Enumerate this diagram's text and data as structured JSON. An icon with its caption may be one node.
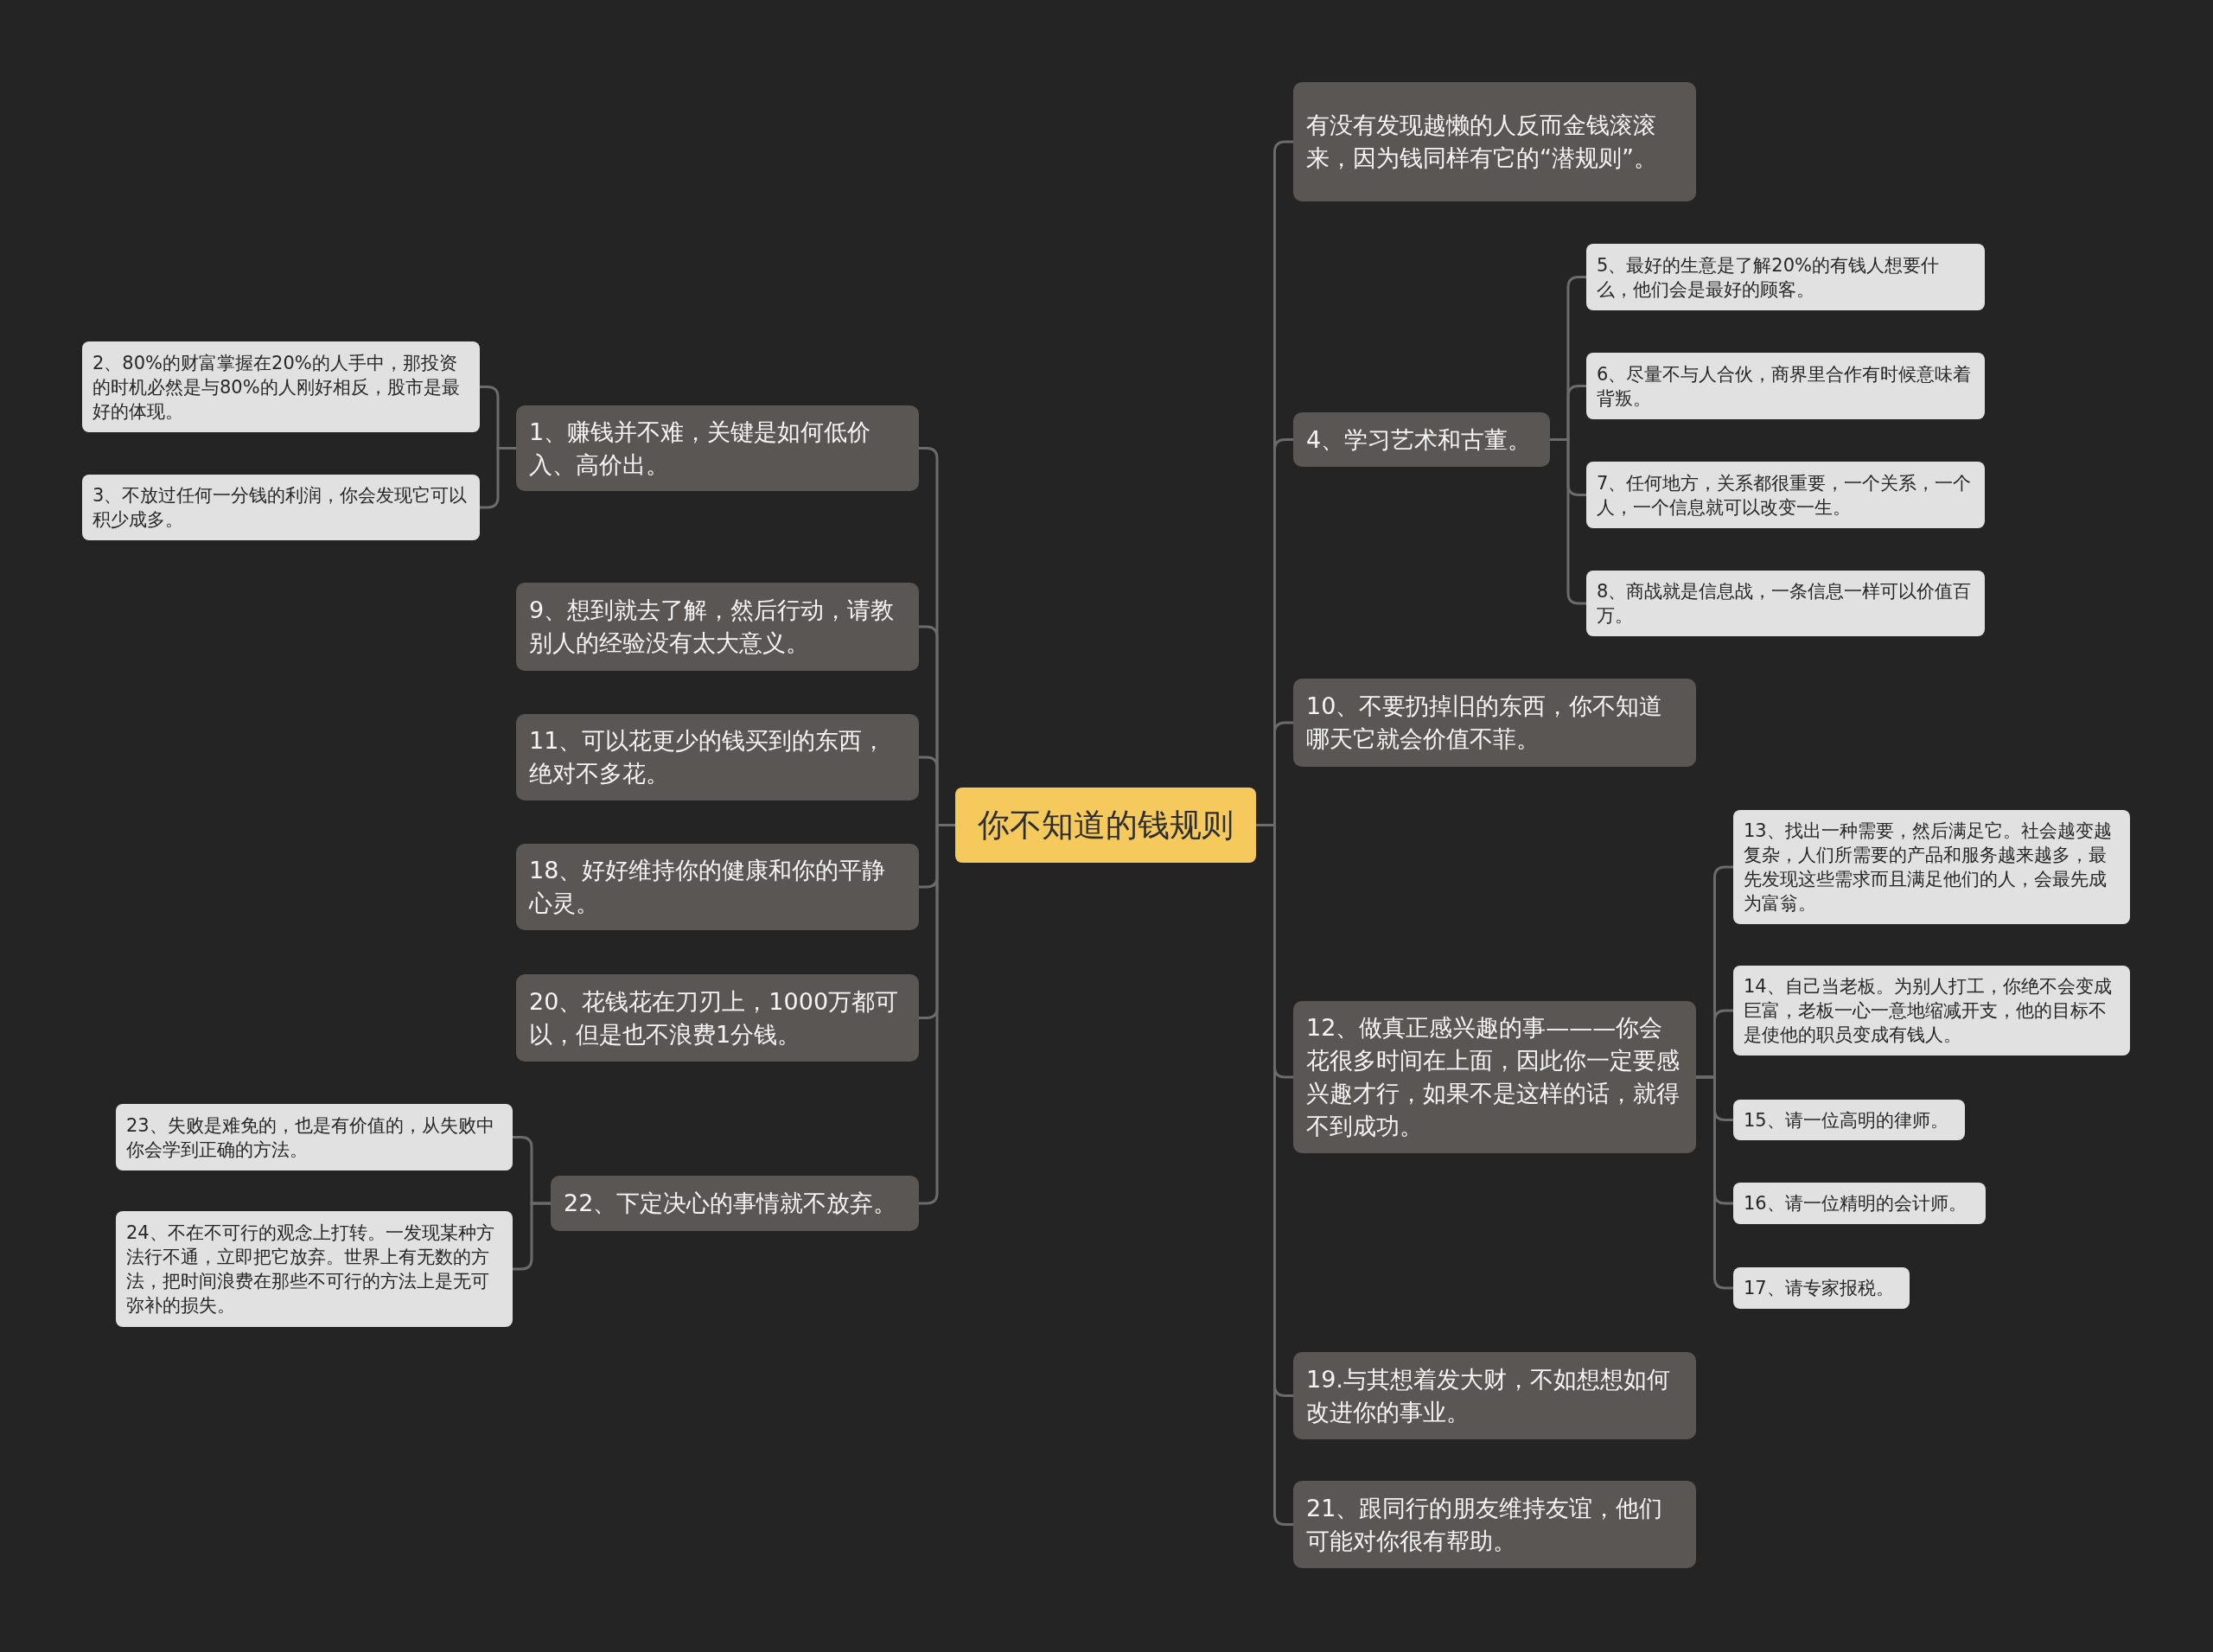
{
  "diagram": {
    "nodes": [
      {
        "text": [
          "你不知道的钱规则"
        ]
      },
      {
        "text": [
          "有没有发现越懒的人反而金钱滚滚来，因为钱同样有它的“潜规则”。"
        ]
      },
      {
        "text": [
          "1、赚钱并不难，关键是如何低价入、高价出。"
        ]
      },
      {
        "text": [
          "2、80%的财富掌握在20%的人手中，那投资的时机必然是与80%的人刚好相反，股市是最好的体现。"
        ]
      },
      {
        "text": [
          "3、不放过任何一分钱的利润，你会发现它可以积少成多。"
        ]
      },
      {
        "text": [
          "4、学习艺术和古董。"
        ]
      },
      {
        "text": [
          "5、最好的生意是了解20%的有钱人想要什么，他们会是最好的顾客。"
        ]
      },
      {
        "text": [
          "6、尽量不与人合伙，商界里合作有时候意味着背叛。"
        ]
      },
      {
        "text": [
          "7、任何地方，关系都很重要，一个关系，一个人，一个信息就可以改变一生。"
        ]
      },
      {
        "text": [
          "8、商战就是信息战，一条信息一样可以价值百万。"
        ]
      },
      {
        "text": [
          "9、想到就去了解，然后行动，请教别人的经验没有太大意义。"
        ]
      },
      {
        "text": [
          "10、不要扔掉旧的东西，你不知道哪天它就会价值不菲。"
        ]
      },
      {
        "text": [
          "11、可以花更少的钱买到的东西，绝对不多花。"
        ]
      },
      {
        "text": [
          "12、做真正感兴趣的事———你会花很多时间在上面，因此你一定要感兴趣才行，如果不是这样的话，就得不到成功。"
        ]
      },
      {
        "text": [
          "13、找出一种需要，然后满足它。社会越变越复杂，人们所需要的产品和服务越来越多，最先发现这些需求而且满足他们的人，会最先成为富翁。"
        ]
      },
      {
        "text": [
          "14、自己当老板。为别人打工，你绝不会变成巨富，老板一心一意地缩减开支，他的目标不是使他的职员变成有钱人。"
        ]
      },
      {
        "text": [
          "15、请一位高明的律师。"
        ]
      },
      {
        "text": [
          "16、请一位精明的会计师。"
        ]
      },
      {
        "text": [
          "17、请专家报税。"
        ]
      },
      {
        "text": [
          "18、好好维持你的健康和你的平静心灵。"
        ]
      },
      {
        "text": [
          "19.与其想着发大财，不如想想如何改进你的事业。"
        ]
      },
      {
        "text": [
          "20、花钱花在刀刃上，1000万都可以，但是也不浪费1分钱。"
        ]
      },
      {
        "text": [
          "21、跟同行的朋友维持友谊，他们可能对你很有帮助。"
        ]
      },
      {
        "text": [
          "22、下定决心的事情就不放弃。"
        ]
      },
      {
        "text": [
          "23、失败是难免的，也是有价值的，从失败中你会学到正确的方法。"
        ]
      },
      {
        "text": [
          "24、不在不可行的观念上打转。一发现某种方法行不通，立即把它放弃。世界上有无数的方法，把时间浪费在那些不可行的方法上是无可弥补的损失。"
        ]
      }
    ],
    "edges": [
      {
        "from": 0,
        "to": 1,
        "arrow": "none"
      },
      {
        "from": 0,
        "to": 2,
        "arrow": "none"
      },
      {
        "from": 2,
        "to": 3,
        "arrow": "none"
      },
      {
        "from": 2,
        "to": 4,
        "arrow": "none"
      },
      {
        "from": 0,
        "to": 5,
        "arrow": "none"
      },
      {
        "from": 5,
        "to": 6,
        "arrow": "none"
      },
      {
        "from": 5,
        "to": 7,
        "arrow": "none"
      },
      {
        "from": 5,
        "to": 8,
        "arrow": "none"
      },
      {
        "from": 5,
        "to": 9,
        "arrow": "none"
      },
      {
        "from": 0,
        "to": 10,
        "arrow": "none"
      },
      {
        "from": 0,
        "to": 11,
        "arrow": "none"
      },
      {
        "from": 0,
        "to": 12,
        "arrow": "none"
      },
      {
        "from": 0,
        "to": 13,
        "arrow": "none"
      },
      {
        "from": 13,
        "to": 14,
        "arrow": "none"
      },
      {
        "from": 13,
        "to": 15,
        "arrow": "none"
      },
      {
        "from": 13,
        "to": 16,
        "arrow": "none"
      },
      {
        "from": 13,
        "to": 17,
        "arrow": "none"
      },
      {
        "from": 13,
        "to": 18,
        "arrow": "none"
      },
      {
        "from": 0,
        "to": 19,
        "arrow": "none"
      },
      {
        "from": 0,
        "to": 20,
        "arrow": "none"
      },
      {
        "from": 0,
        "to": 21,
        "arrow": "none"
      },
      {
        "from": 0,
        "to": 22,
        "arrow": "none"
      },
      {
        "from": 0,
        "to": 23,
        "arrow": "none"
      },
      {
        "from": 23,
        "to": 24,
        "arrow": "none"
      },
      {
        "from": 23,
        "to": 25,
        "arrow": "none"
      }
    ]
  }
}
